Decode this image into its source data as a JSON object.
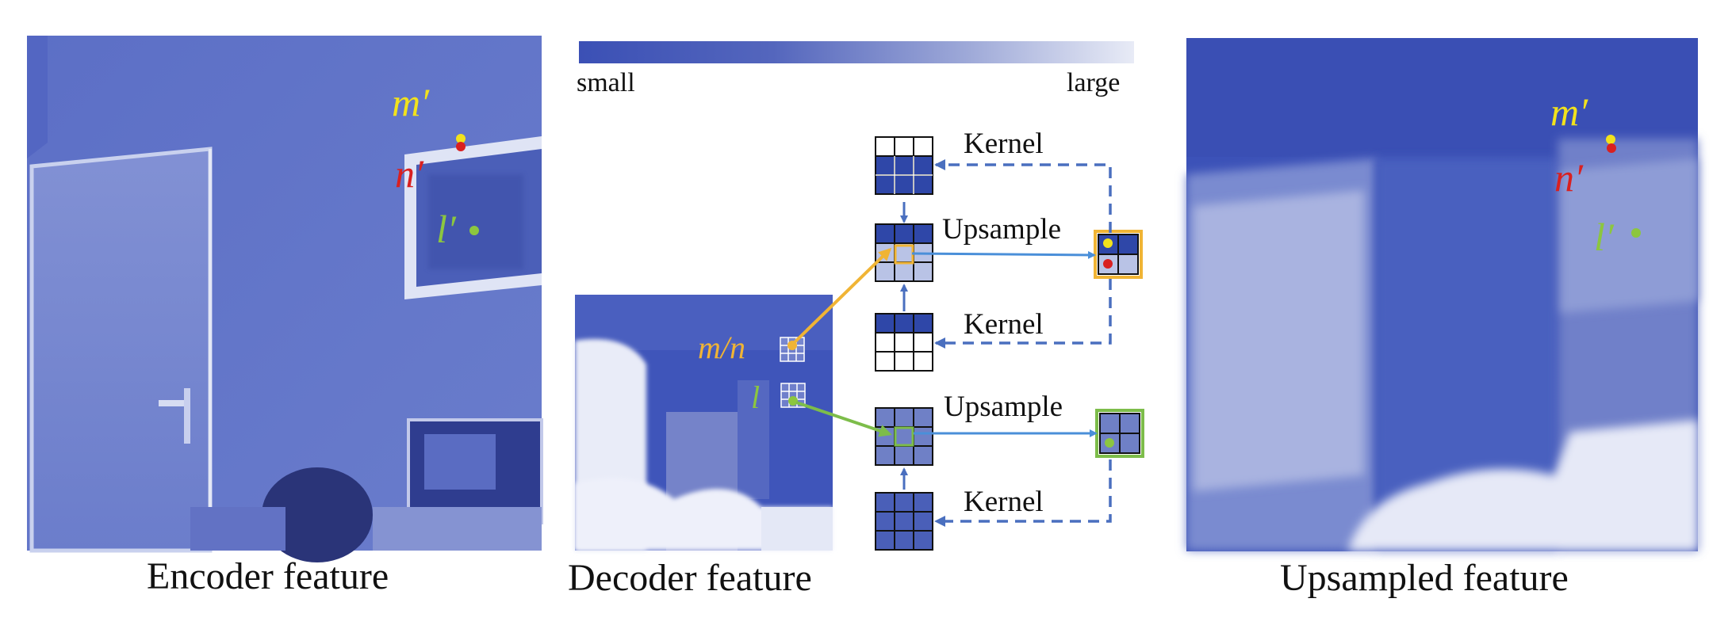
{
  "colorbar": {
    "min_label": "small",
    "max_label": "large",
    "colors": [
      "#3b50b5",
      "#e6e9f5"
    ]
  },
  "panels": {
    "encoder": {
      "caption": "Encoder feature",
      "points": {
        "m": "m′",
        "n": "n′",
        "l": "l′"
      }
    },
    "decoder": {
      "caption": "Decoder feature",
      "points": {
        "mn": "m/n",
        "l": "l"
      }
    },
    "upsampled": {
      "caption": "Upsampled feature",
      "points": {
        "m": "m′",
        "n": "n′",
        "l": "l′"
      }
    }
  },
  "operations": {
    "kernel_top": "Kernel",
    "upsample_top": "Upsample",
    "kernel_mid": "Kernel",
    "upsample_bottom": "Upsample",
    "kernel_bottom": "Kernel"
  },
  "colors": {
    "point_m": "#f2e21c",
    "point_n": "#d92020",
    "point_l": "#8cc63f",
    "highlight_orange": "#f0b435",
    "highlight_green": "#7dbd4a",
    "arrow_blue": "#4a8fd9",
    "dashed": "#4a6fbf",
    "cell_dark": "#2f47a8",
    "cell_mid": "#6f80c6",
    "cell_light": "#b9c3e6"
  }
}
